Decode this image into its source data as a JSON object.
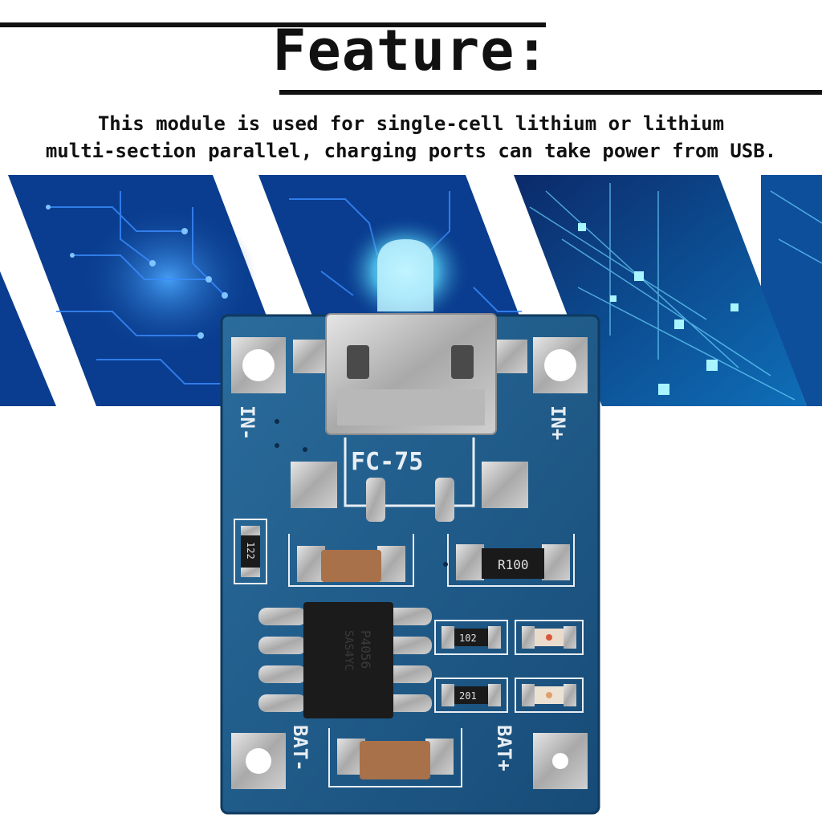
{
  "header": {
    "title": "Feature:",
    "description_line1": "This module is used for single-cell lithium or lithium",
    "description_line2": "multi-section parallel, charging ports can take power from USB."
  },
  "board": {
    "model_label": "FC-75",
    "pin_in_neg": "IN-",
    "pin_in_pos": "IN+",
    "pin_bat_neg": "BAT-",
    "pin_bat_pos": "BAT+",
    "resistor_122": "122",
    "resistor_r100": "R100",
    "resistor_102": "102",
    "resistor_201": "201",
    "chip_marking_line1": "P4056",
    "chip_marking_line2": "SAS4YC"
  },
  "colors": {
    "pcb_blue": "#1d5c8c",
    "banner_blue": "#0a3d8f",
    "glow_cyan": "#5fe0ff"
  }
}
